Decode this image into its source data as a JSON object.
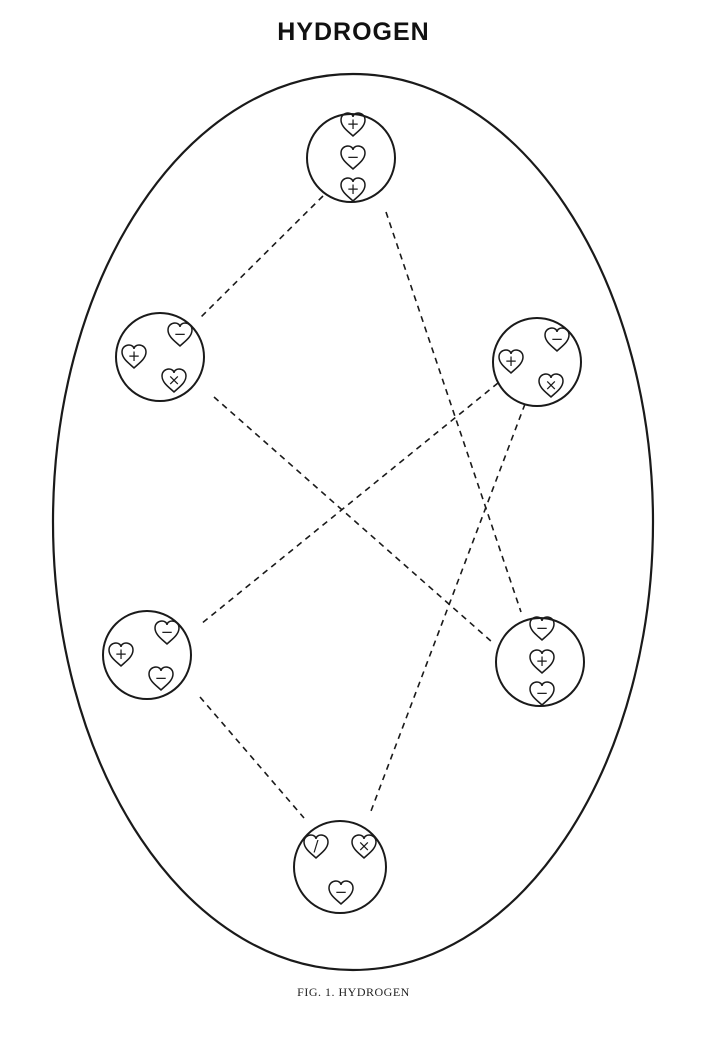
{
  "title": "HYDROGEN",
  "caption": "FIG. 1.  HYDROGEN",
  "colors": {
    "ink": "#1a1a1a",
    "background": "#ffffff"
  },
  "groups": [
    {
      "id": "top",
      "marks": [
        "+",
        "−",
        "+"
      ]
    },
    {
      "id": "upper-left",
      "marks": [
        "−",
        "+",
        "×"
      ]
    },
    {
      "id": "upper-right",
      "marks": [
        "−",
        "+",
        "×"
      ]
    },
    {
      "id": "lower-left",
      "marks": [
        "−",
        "+",
        "−"
      ]
    },
    {
      "id": "lower-right",
      "marks": [
        "−",
        "+",
        "−"
      ]
    },
    {
      "id": "bottom",
      "marks": [
        "/",
        "×",
        "−"
      ]
    }
  ],
  "links": [
    [
      "top",
      "upper-left"
    ],
    [
      "top",
      "lower-right"
    ],
    [
      "upper-left",
      "lower-right"
    ],
    [
      "upper-right",
      "lower-left"
    ],
    [
      "upper-right",
      "bottom"
    ],
    [
      "lower-left",
      "bottom"
    ]
  ]
}
